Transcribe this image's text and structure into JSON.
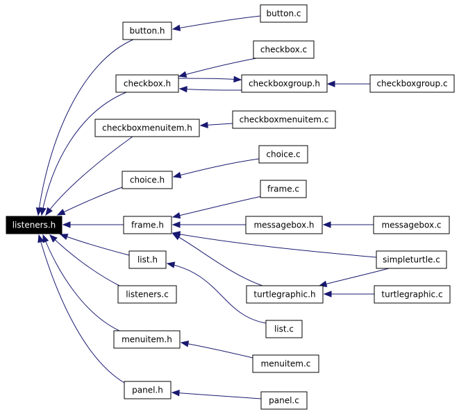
{
  "graph": {
    "edge_color": "#191970",
    "root_fill": "#000000",
    "root_text_color": "#ffffff",
    "nodes": [
      {
        "id": "listeners_h",
        "label": "listeners.h",
        "root": true
      },
      {
        "id": "button_h",
        "label": "button.h"
      },
      {
        "id": "button_c",
        "label": "button.c"
      },
      {
        "id": "checkbox_h",
        "label": "checkbox.h"
      },
      {
        "id": "checkbox_c",
        "label": "checkbox.c"
      },
      {
        "id": "checkboxgroup_h",
        "label": "checkboxgroup.h"
      },
      {
        "id": "checkboxgroup_c",
        "label": "checkboxgroup.c"
      },
      {
        "id": "checkboxmenuitem_h",
        "label": "checkboxmenuitem.h"
      },
      {
        "id": "checkboxmenuitem_c",
        "label": "checkboxmenuitem.c"
      },
      {
        "id": "choice_h",
        "label": "choice.h"
      },
      {
        "id": "choice_c",
        "label": "choice.c"
      },
      {
        "id": "frame_h",
        "label": "frame.h"
      },
      {
        "id": "frame_c",
        "label": "frame.c"
      },
      {
        "id": "messagebox_h",
        "label": "messagebox.h"
      },
      {
        "id": "messagebox_c",
        "label": "messagebox.c"
      },
      {
        "id": "simpleturtle_c",
        "label": "simpleturtle.c"
      },
      {
        "id": "turtlegraphic_h",
        "label": "turtlegraphic.h"
      },
      {
        "id": "turtlegraphic_c",
        "label": "turtlegraphic.c"
      },
      {
        "id": "list_h",
        "label": "list.h"
      },
      {
        "id": "list_c",
        "label": "list.c"
      },
      {
        "id": "listeners_c",
        "label": "listeners.c"
      },
      {
        "id": "menuitem_h",
        "label": "menuitem.h"
      },
      {
        "id": "menuitem_c",
        "label": "menuitem.c"
      },
      {
        "id": "panel_h",
        "label": "panel.h"
      },
      {
        "id": "panel_c",
        "label": "panel.c"
      }
    ],
    "edges": [
      {
        "from": "button_h",
        "to": "listeners_h"
      },
      {
        "from": "checkbox_h",
        "to": "listeners_h"
      },
      {
        "from": "checkboxmenuitem_h",
        "to": "listeners_h"
      },
      {
        "from": "choice_h",
        "to": "listeners_h"
      },
      {
        "from": "frame_h",
        "to": "listeners_h"
      },
      {
        "from": "list_h",
        "to": "listeners_h"
      },
      {
        "from": "listeners_c",
        "to": "listeners_h"
      },
      {
        "from": "menuitem_h",
        "to": "listeners_h"
      },
      {
        "from": "panel_h",
        "to": "listeners_h"
      },
      {
        "from": "button_c",
        "to": "button_h"
      },
      {
        "from": "checkbox_c",
        "to": "checkbox_h"
      },
      {
        "from": "checkboxgroup_h",
        "to": "checkbox_h"
      },
      {
        "from": "checkbox_h",
        "to": "checkboxgroup_h"
      },
      {
        "from": "checkboxgroup_c",
        "to": "checkboxgroup_h"
      },
      {
        "from": "checkboxmenuitem_c",
        "to": "checkboxmenuitem_h"
      },
      {
        "from": "choice_c",
        "to": "choice_h"
      },
      {
        "from": "frame_c",
        "to": "frame_h"
      },
      {
        "from": "messagebox_h",
        "to": "frame_h"
      },
      {
        "from": "simpleturtle_c",
        "to": "frame_h"
      },
      {
        "from": "turtlegraphic_h",
        "to": "frame_h"
      },
      {
        "from": "messagebox_c",
        "to": "messagebox_h"
      },
      {
        "from": "simpleturtle_c",
        "to": "turtlegraphic_h"
      },
      {
        "from": "turtlegraphic_c",
        "to": "turtlegraphic_h"
      },
      {
        "from": "list_c",
        "to": "list_h"
      },
      {
        "from": "menuitem_c",
        "to": "menuitem_h"
      },
      {
        "from": "panel_c",
        "to": "panel_h"
      }
    ]
  }
}
